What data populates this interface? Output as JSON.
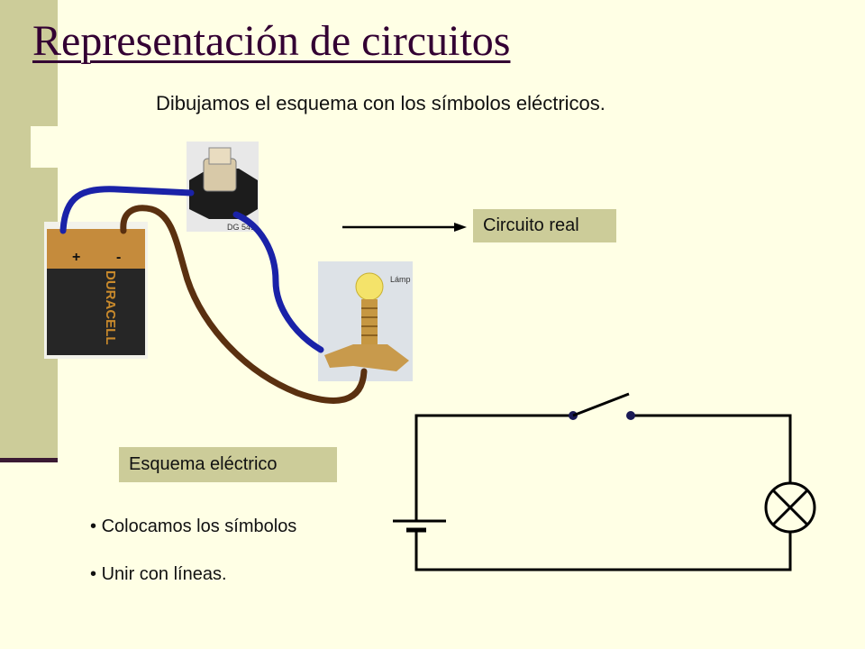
{
  "title": "Representación de circuitos",
  "subtitle": "Dibujamos el esquema con los símbolos eléctricos.",
  "labels": {
    "circuito_real": "Circuito real",
    "esquema_electrico": "Esquema eléctrico"
  },
  "bullets": [
    "Colocamos los símbolos",
    "Unir con líneas."
  ],
  "photo_text": {
    "battery_plus": "+",
    "battery_minus": "-",
    "battery_brand": "DURACELL",
    "switch_code": "DG 541",
    "lamp_caption": "Lámp"
  },
  "colors": {
    "background": "#ffffe5",
    "accent": "#cccc99",
    "title": "#330033",
    "wire_blue": "#1a22a8",
    "wire_brown": "#5a3010"
  }
}
